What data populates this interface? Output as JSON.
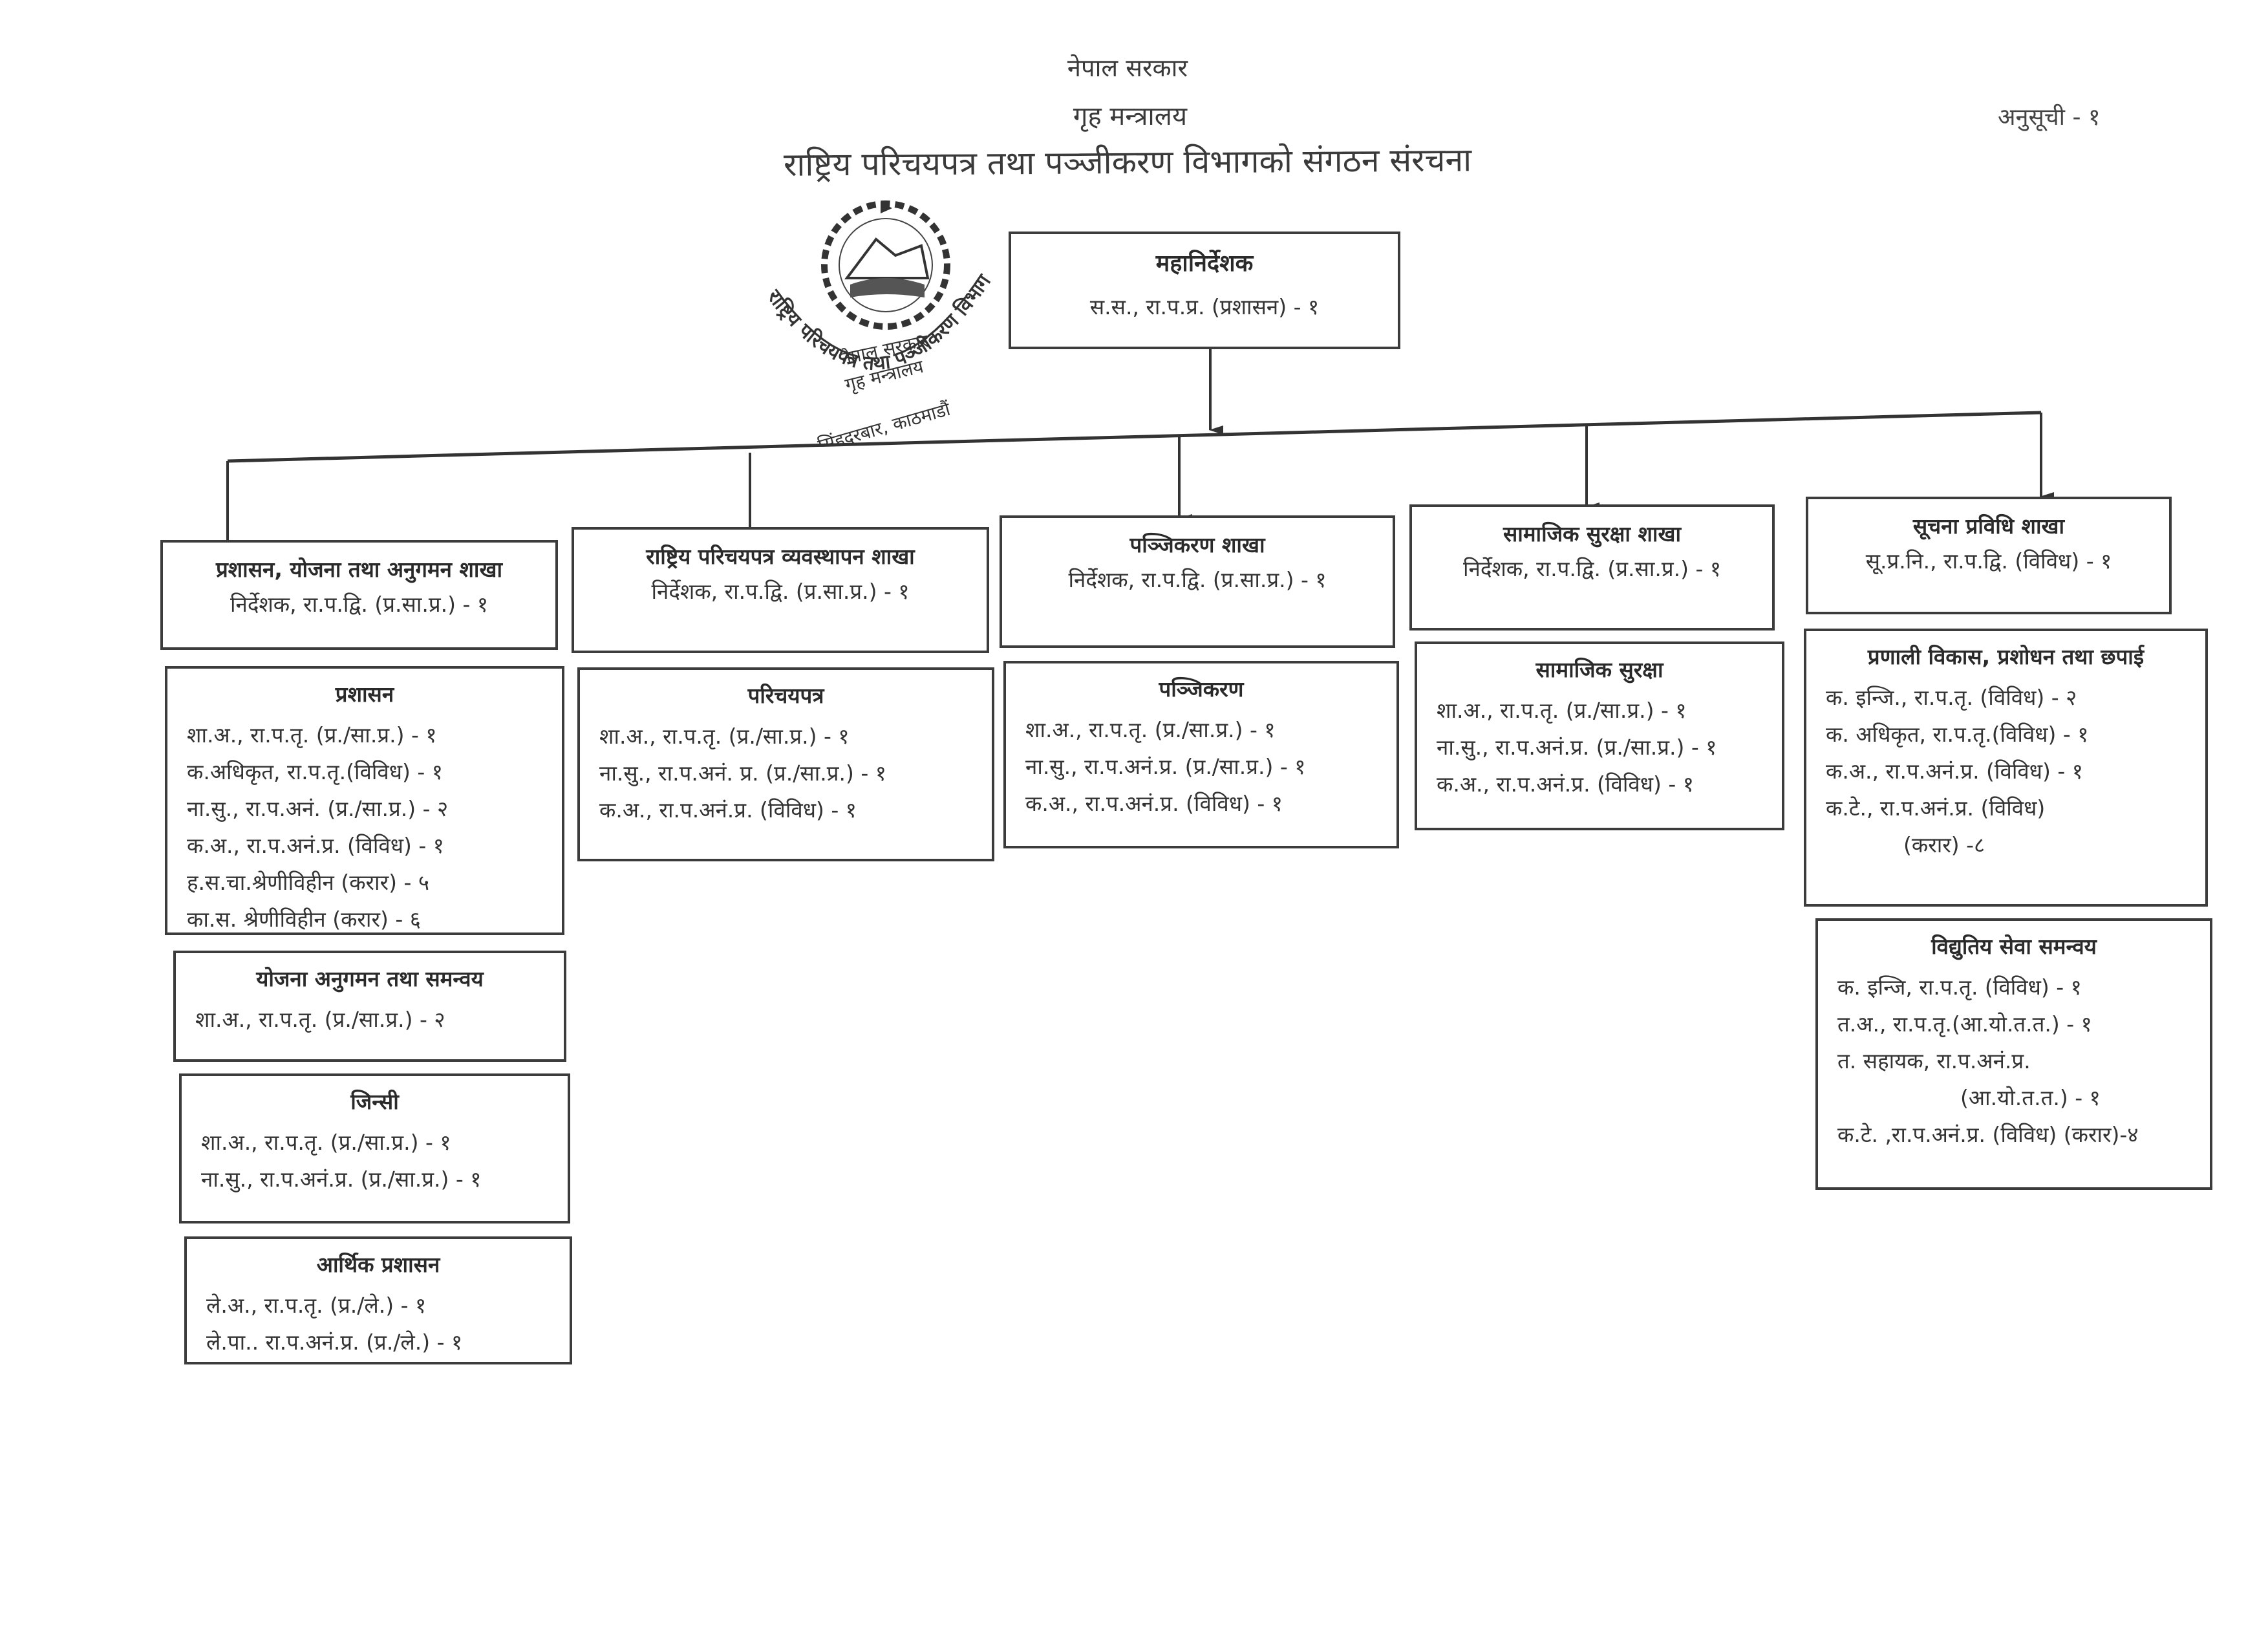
{
  "header": {
    "government": "नेपाल सरकार",
    "ministry": "गृह मन्त्रालय",
    "title": "राष्ट्रिय परिचयपत्र तथा पञ्जीकरण विभागको संगठन संरचना",
    "annex": "अनुसूची - १"
  },
  "seal": {
    "icon": "nepal-emblem-icon",
    "line1": "नेपाल सरकार",
    "line2": "गृह मन्त्रालय",
    "arc": "राष्ट्रिय परिचयपत्र तथा पञ्जीकरण विभाग",
    "line3": "सिंहदरबार, काठमाडौं"
  },
  "director_general": {
    "title": "महानिर्देशक",
    "post": "स.स., रा.प.प्र. (प्रशासन) - १"
  },
  "branches": [
    {
      "title": "प्रशासन, योजना तथा अनुगमन शाखा",
      "head": "निर्देशक, रा.प.द्वि. (प्र.सा.प्र.) - १",
      "sections": [
        {
          "title": "प्रशासन",
          "posts": [
            "शा.अ., रा.प.तृ. (प्र./सा.प्र.) - १",
            "क.अधिकृत, रा.प.तृ.(विविध) - १",
            "ना.सु., रा.प.अनं. (प्र./सा.प्र.) - २",
            "क.अ., रा.प.अनं.प्र. (विविध) - १",
            "ह.स.चा.श्रेणीविहीन (करार) - ५",
            "का.स. श्रेणीविहीन (करार) - ६"
          ]
        },
        {
          "title": "योजना अनुगमन तथा समन्वय",
          "posts": [
            "शा.अ., रा.प.तृ. (प्र./सा.प्र.) - २"
          ]
        },
        {
          "title": "जिन्सी",
          "posts": [
            "शा.अ., रा.प.तृ. (प्र./सा.प्र.) - १",
            "ना.सु., रा.प.अनं.प्र. (प्र./सा.प्र.) - १"
          ]
        },
        {
          "title": "आर्थिक प्रशासन",
          "posts": [
            "ले.अ., रा.प.तृ. (प्र./ले.) - १",
            "ले.पा.. रा.प.अनं.प्र. (प्र./ले.) - १"
          ]
        }
      ]
    },
    {
      "title": "राष्ट्रिय परिचयपत्र व्यवस्थापन शाखा",
      "head": "निर्देशक, रा.प.द्वि. (प्र.सा.प्र.) - १",
      "sections": [
        {
          "title": "परिचयपत्र",
          "posts": [
            "शा.अ., रा.प.तृ. (प्र./सा.प्र.) - १",
            "ना.सु., रा.प.अनं. प्र. (प्र./सा.प्र.) - १",
            "क.अ., रा.प.अनं.प्र. (विविध) - १"
          ]
        }
      ]
    },
    {
      "title": "पञ्जिकरण शाखा",
      "head": "निर्देशक, रा.प.द्वि. (प्र.सा.प्र.) - १",
      "sections": [
        {
          "title": "पञ्जिकरण",
          "posts": [
            "शा.अ., रा.प.तृ. (प्र./सा.प्र.) - १",
            "ना.सु., रा.प.अनं.प्र. (प्र./सा.प्र.) - १",
            "क.अ., रा.प.अनं.प्र. (विविध) - १"
          ]
        }
      ]
    },
    {
      "title": "सामाजिक सुरक्षा शाखा",
      "head": "निर्देशक, रा.प.द्वि. (प्र.सा.प्र.) - १",
      "sections": [
        {
          "title": "सामाजिक सुरक्षा",
          "posts": [
            "शा.अ., रा.प.तृ. (प्र./सा.प्र.) - १",
            "ना.सु., रा.प.अनं.प्र. (प्र./सा.प्र.) - १",
            "क.अ., रा.प.अनं.प्र. (विविध) - १"
          ]
        }
      ]
    },
    {
      "title": "सूचना प्रविधि शाखा",
      "head": "सू.प्र.नि., रा.प.द्वि. (विविध) - १",
      "sections": [
        {
          "title": "प्रणाली विकास, प्रशोधन तथा छपाई",
          "posts": [
            "क. इन्जि., रा.प.तृ. (विविध) - २",
            "क. अधिकृत, रा.प.तृ.(विविध) - १",
            "क.अ., रा.प.अनं.प्र. (विविध) - १",
            "क.टे., रा.प.अनं.प्र. (विविध)",
            "(करार) -८"
          ]
        },
        {
          "title": "विद्युतिय सेवा समन्वय",
          "posts": [
            "क. इन्जि, रा.प.तृ. (विविध) - १",
            "त.अ., रा.प.तृ.(आ.यो.त.त.) - १",
            "त. सहायक, रा.प.अनं.प्र.",
            "(आ.यो.त.त.) - १",
            "क.टे. ,रा.प.अनं.प्र. (विविध) (करार)-४"
          ]
        }
      ]
    }
  ]
}
